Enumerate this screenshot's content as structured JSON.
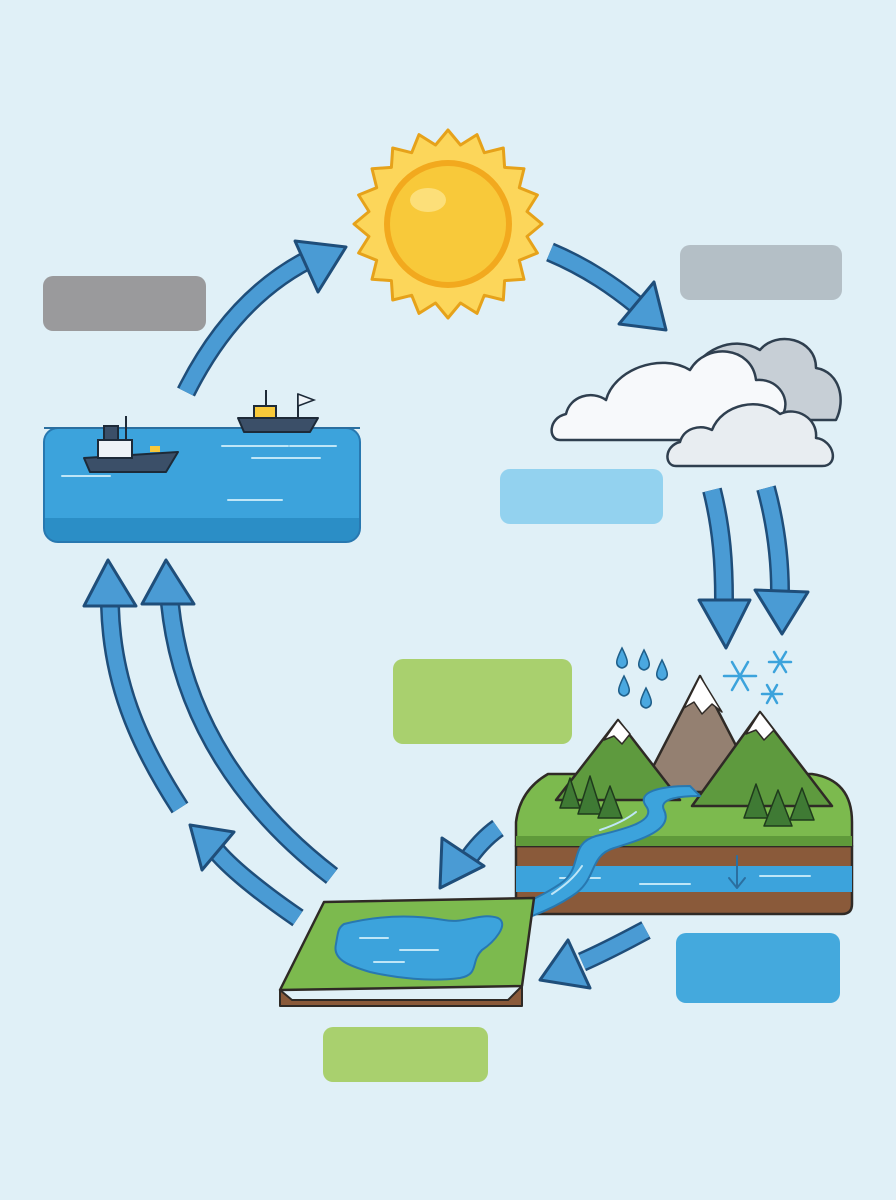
{
  "diagram": {
    "title": "",
    "colors": {
      "background": "#e0f0f7",
      "arrow": "#4a9bd4",
      "arrow_outline": "#1f4e7a",
      "sun": "#f8c93a",
      "water": "#3ca3dc",
      "grass": "#7cba4e",
      "soil": "#8a5a3a",
      "cloud": "#f7f9fb"
    },
    "labels": [
      {
        "id": "evaporation",
        "text": "",
        "color": "#9a9a9c"
      },
      {
        "id": "condensation",
        "text": "",
        "color": "#b4bfc6"
      },
      {
        "id": "cloud-water",
        "text": "",
        "color": "#93d2ef"
      },
      {
        "id": "precipitation",
        "text": "",
        "color": "#a9d06e"
      },
      {
        "id": "groundwater",
        "text": "",
        "color": "#44a9dd"
      },
      {
        "id": "collection",
        "text": "",
        "color": "#a9d06e"
      }
    ],
    "icons": [
      "sun-icon",
      "cloud-icon",
      "rain-drops-icon",
      "snowflake-icon",
      "mountain-icon",
      "tree-icon",
      "ship-icon",
      "lake-icon",
      "ocean-icon",
      "river-icon"
    ]
  }
}
